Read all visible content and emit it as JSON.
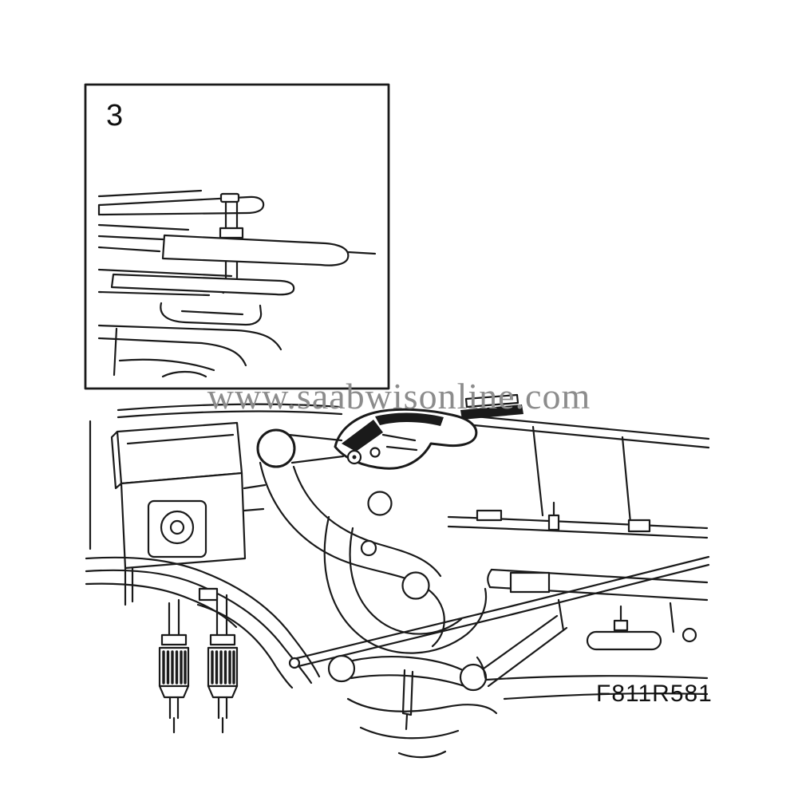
{
  "figure": {
    "inset_label": "3",
    "watermark": "www.saabwisonline.com",
    "figure_code": "F811R581"
  },
  "colors": {
    "background": "#ffffff",
    "line": "#1a1a1a",
    "watermark": "#8c8c8c"
  }
}
